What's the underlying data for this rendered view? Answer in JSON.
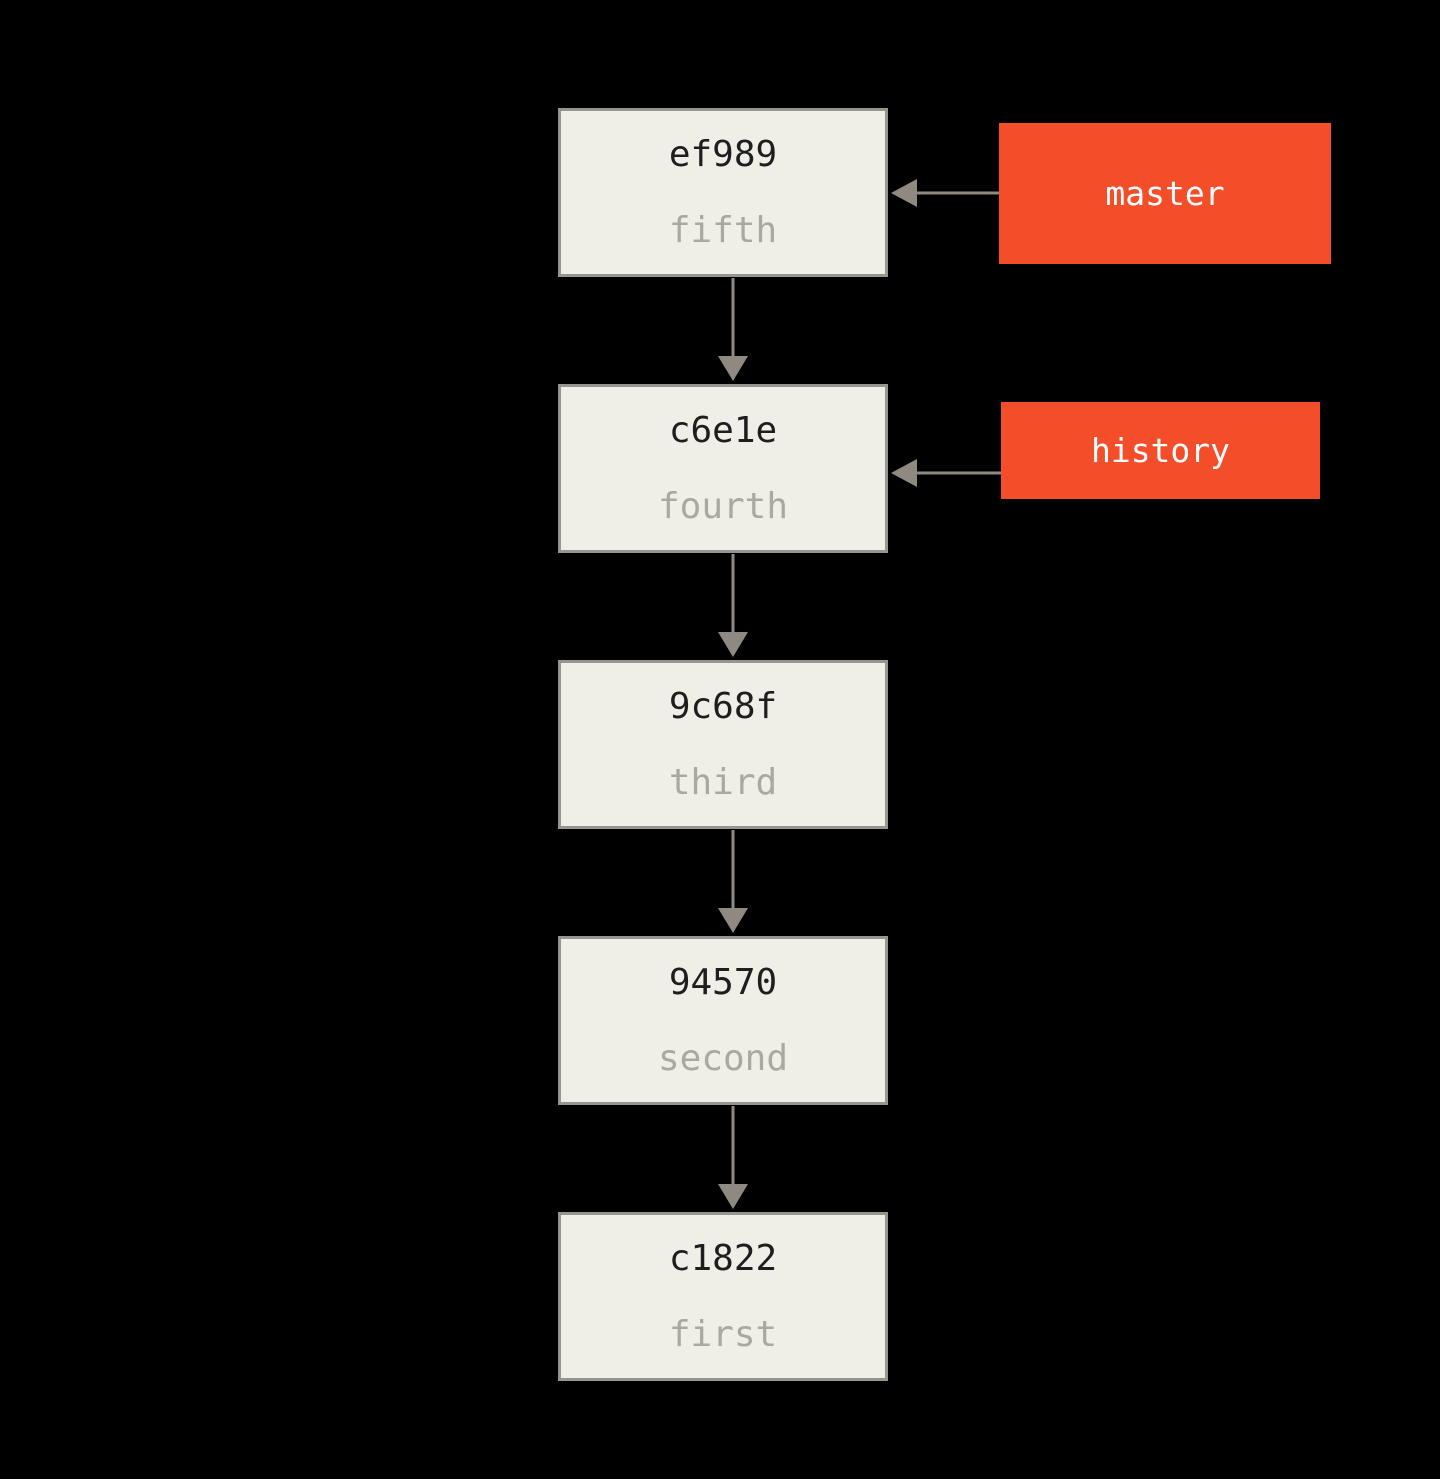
{
  "diagram": {
    "commits": [
      {
        "id": "ef989",
        "message": "fifth"
      },
      {
        "id": "c6e1e",
        "message": "fourth"
      },
      {
        "id": "9c68f",
        "message": "third"
      },
      {
        "id": "94570",
        "message": "second"
      },
      {
        "id": "c1822",
        "message": "first"
      }
    ],
    "branches": [
      {
        "name": "master",
        "points_to": "ef989"
      },
      {
        "name": "history",
        "points_to": "c6e1e"
      }
    ]
  },
  "colors": {
    "background": "#000000",
    "commit-fill": "#F0EFE7",
    "commit-border": "#979590",
    "commit-id-text": "#1E1E1E",
    "commit-msg-text": "#ABA89F",
    "branch-fill": "#F44D2A",
    "branch-text": "#FFFFFF",
    "arrow": "#8F8981"
  }
}
